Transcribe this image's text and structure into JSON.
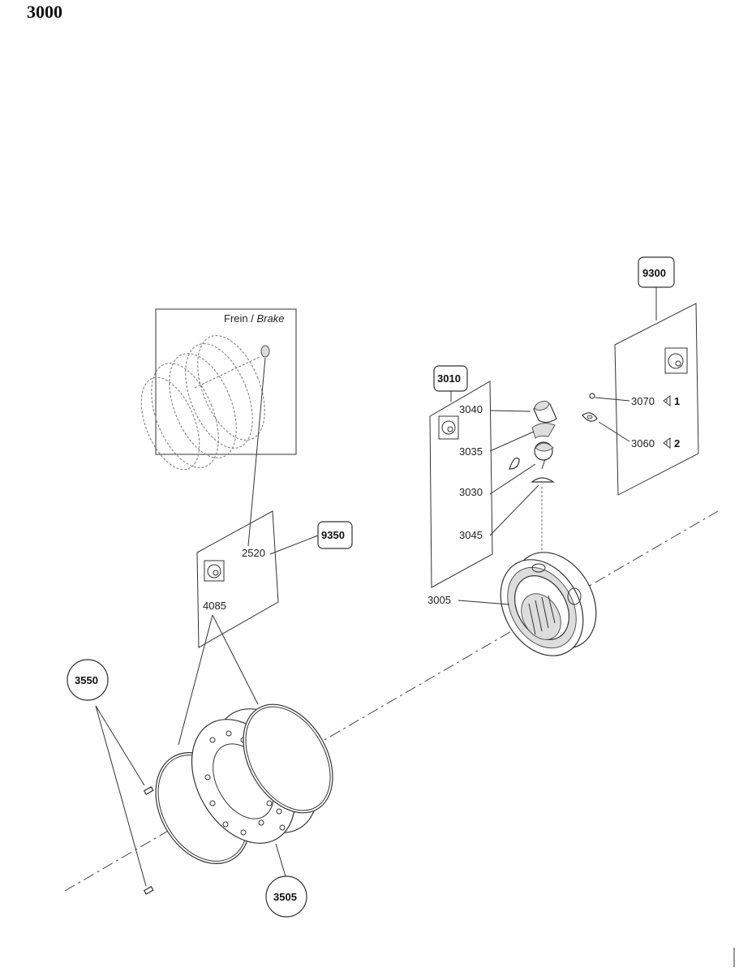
{
  "page_title": "3000",
  "inset": {
    "title": "Frein / ",
    "title_italic": "Brake"
  },
  "callouts": {
    "c9300": "9300",
    "c9350": "9350",
    "c3010": "3010",
    "c3550": "3550",
    "c3505": "3505"
  },
  "labels": {
    "l2520": "2520",
    "l4085": "4085",
    "l3040": "3040",
    "l3035": "3035",
    "l3030": "3030",
    "l3045": "3045",
    "l3005": "3005",
    "l3070": "3070",
    "l3060": "3060"
  },
  "quantities": {
    "q3070": "1",
    "q3060": "2"
  },
  "icons": [
    "seal-kit-icon",
    "arrow-left-icon"
  ]
}
